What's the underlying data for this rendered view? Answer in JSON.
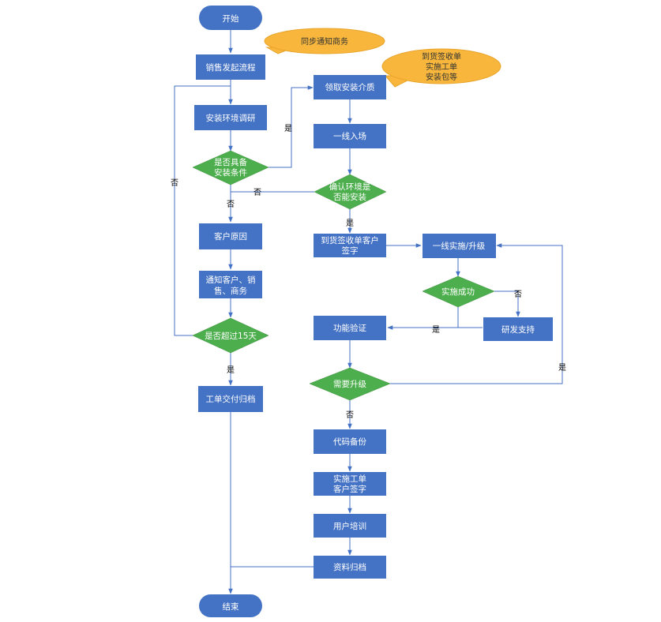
{
  "colors": {
    "box": "#4472c4",
    "decision": "#4cae4c",
    "callout": "#f8b73c",
    "line": "#4472c4"
  },
  "nodes": {
    "start": "开始",
    "sales_start": "销售发起流程",
    "env_survey": "安装环境调研",
    "has_conditions": [
      "是否具备",
      "安装条件"
    ],
    "customer_reason": "客户原因",
    "notify": [
      "通知客户、销",
      "售、商务"
    ],
    "over_15": "是否超过15天",
    "archive_order": "工单交付归档",
    "receive_media": "领取安装介质",
    "first_line_entry": "一线入场",
    "confirm_env": [
      "确认环境是",
      "否能安装"
    ],
    "customer_sign": [
      "到货签收单客户",
      "签字"
    ],
    "implement": "一线实施/升级",
    "impl_success": "实施成功",
    "rd_support": "研发支持",
    "func_verify": "功能验证",
    "need_upgrade": "需要升级",
    "code_backup": "代码备份",
    "order_sign": [
      "实施工单",
      "客户签字"
    ],
    "user_training": "用户培训",
    "doc_archive": "资料归档",
    "end": "结束"
  },
  "callouts": {
    "notify_business": "同步通知商务",
    "docs": [
      "到货签收单",
      "实施工单",
      "安装包等"
    ]
  },
  "labels": {
    "yes": "是",
    "no": "否"
  }
}
